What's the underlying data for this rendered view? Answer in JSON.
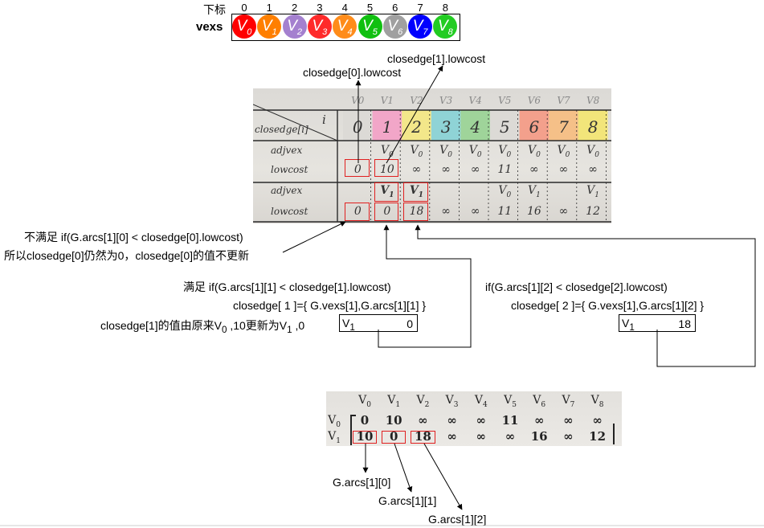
{
  "vexs": {
    "index_label": "下标",
    "array_label": "vexs",
    "indices": [
      "0",
      "1",
      "2",
      "3",
      "4",
      "5",
      "6",
      "7",
      "8"
    ],
    "vertices": [
      {
        "name": "V",
        "sub": "0",
        "color": "#ff0000"
      },
      {
        "name": "V",
        "sub": "1",
        "color": "#ff7f00"
      },
      {
        "name": "V",
        "sub": "2",
        "color": "#a480cf"
      },
      {
        "name": "V",
        "sub": "3",
        "color": "#ff2a2a"
      },
      {
        "name": "V",
        "sub": "4",
        "color": "#ff8c1a"
      },
      {
        "name": "V",
        "sub": "5",
        "color": "#10c010"
      },
      {
        "name": "V",
        "sub": "6",
        "color": "#a0a0a0"
      },
      {
        "name": "V",
        "sub": "7",
        "color": "#0000ff"
      },
      {
        "name": "V",
        "sub": "8",
        "color": "#22cc22"
      }
    ]
  },
  "labels": {
    "closedge0_lowcost": "closedge[0].lowcost",
    "closedge1_lowcost": "closedge[1].lowcost"
  },
  "table1": {
    "header_letters": [
      "V0",
      "V1",
      "V2",
      "V3",
      "V4",
      "V5",
      "V6",
      "V7",
      "V8"
    ],
    "corner_i": "i",
    "corner_closedge": "closedge[i]",
    "indices": [
      "0",
      "1",
      "2",
      "3",
      "4",
      "5",
      "6",
      "7",
      "8"
    ],
    "index_colors": [
      "#dcdad6",
      "#f2a6c8",
      "#f3e78a",
      "#8fd3d6",
      "#9fd49a",
      "#dcdad6",
      "#f3a08c",
      "#f5c088",
      "#f2e57a"
    ],
    "row_labels": [
      "adjvex",
      "lowcost",
      "adjvex",
      "lowcost"
    ],
    "rows": [
      [
        "",
        "V0",
        "V0",
        "V0",
        "V0",
        "V0",
        "V0",
        "V0",
        "V0"
      ],
      [
        "0",
        "10",
        "∞",
        "∞",
        "∞",
        "11",
        "∞",
        "∞",
        "∞"
      ],
      [
        "",
        "V1",
        "V1",
        "",
        "",
        "V0",
        "V1",
        "",
        "V1"
      ],
      [
        "0",
        "0",
        "18",
        "∞",
        "∞",
        "11",
        "16",
        "∞",
        "12"
      ]
    ]
  },
  "notes": {
    "n1_line1": "不满足    if(G.arcs[1][0] < closedge[0].lowcost)",
    "n1_line2": "所以closedge[0]仍然为0，closedge[0]的值不更新",
    "n2_line1": "满足  if(G.arcs[1][1] < closedge[1].lowcost)",
    "n2_line2": "closedge[ 1 ]={ G.vexs[1],G.arcs[1][1] }",
    "n2_line3_pre": "closedge[1]的值由原来V",
    "n2_line3_sub1": "0",
    "n2_line3_mid": " ,10更新为V",
    "n2_line3_sub2": "1",
    "n2_line3_post": " ,0",
    "box1_vertex": "V",
    "box1_sub": "1",
    "box1_value": "0",
    "n3_line1": "if(G.arcs[1][2] < closedge[2].lowcost)",
    "n3_line2": "closedge[ 2 ]={ G.vexs[1],G.arcs[1][2] }",
    "box2_vertex": "V",
    "box2_sub": "1",
    "box2_value": "18"
  },
  "matrix": {
    "col_heads": [
      "V0",
      "V1",
      "V2",
      "V3",
      "V4",
      "V5",
      "V6",
      "V7",
      "V8"
    ],
    "row_heads": [
      "V0",
      "V1"
    ],
    "rows": [
      [
        "0",
        "10",
        "∞",
        "∞",
        "∞",
        "11",
        "∞",
        "∞",
        "∞"
      ],
      [
        "10",
        "0",
        "18",
        "∞",
        "∞",
        "∞",
        "16",
        "∞",
        "12"
      ]
    ]
  },
  "arcs_labels": [
    "G.arcs[1][0]",
    "G.arcs[1][1]",
    "G.arcs[1][2]"
  ]
}
